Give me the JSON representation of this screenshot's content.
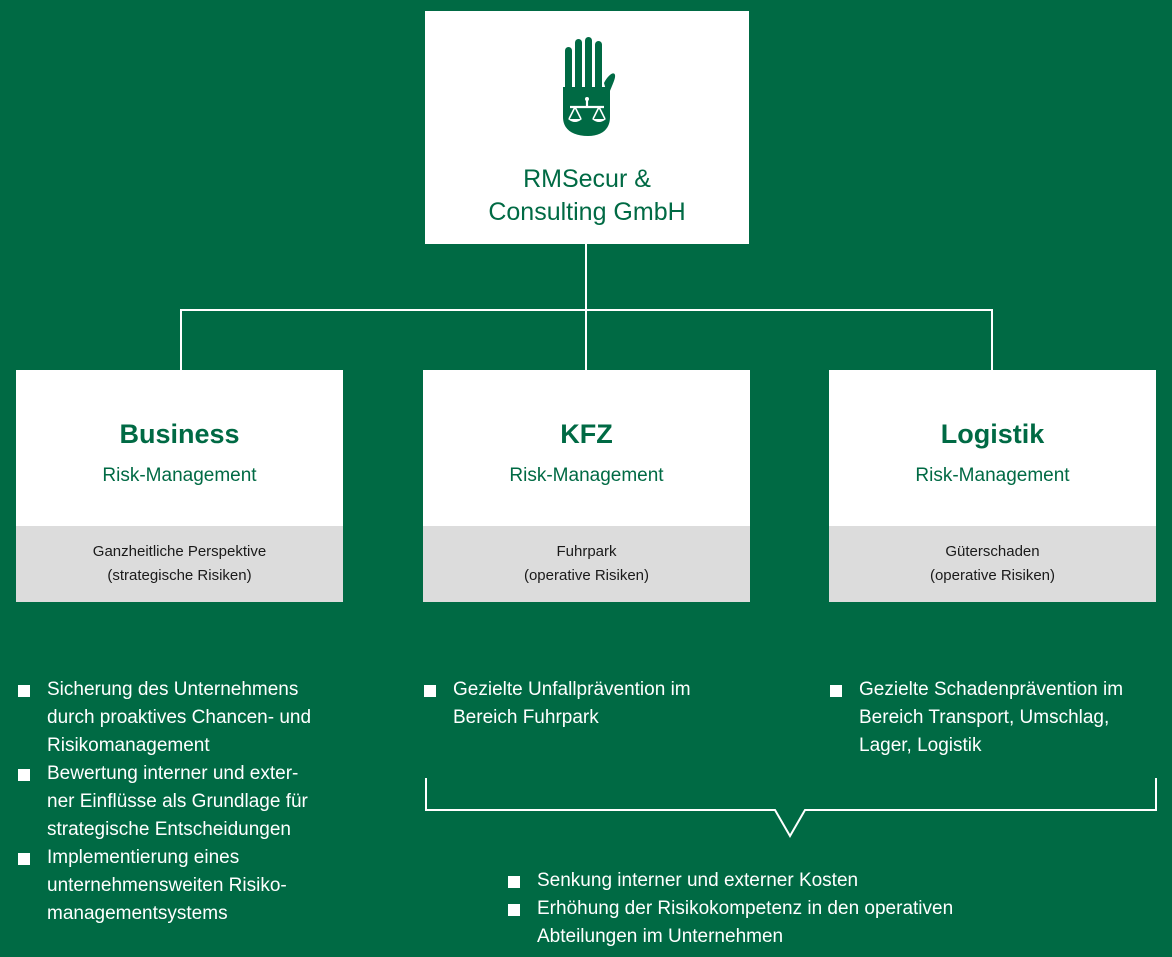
{
  "top": {
    "company_line1": "RMSecur &",
    "company_line2": "Consulting GmbH",
    "logo_icon": "hand-with-scales-icon"
  },
  "units": [
    {
      "title": "Business",
      "subtitle": "Risk-Management",
      "detail_line1": "Ganzheitliche Perspektive",
      "detail_line2": "(strategische Risiken)"
    },
    {
      "title": "KFZ",
      "subtitle": "Risk-Management",
      "detail_line1": "Fuhrpark",
      "detail_line2": "(operative Risiken)"
    },
    {
      "title": "Logistik",
      "subtitle": "Risk-Management",
      "detail_line1": "Güterschaden",
      "detail_line2": "(operative Risiken)"
    }
  ],
  "business_bullets": [
    [
      "Sicherung des Unternehmens",
      "durch proaktives Chancen- und",
      "Risikomanagement"
    ],
    [
      "Bewertung interner und exter-",
      "ner Einflüsse als Grundlage für",
      "strategische Entscheidungen"
    ],
    [
      "Implementierung eines",
      "unternehmensweiten Risiko-",
      "managementsystems"
    ]
  ],
  "kfz_bullets": [
    [
      "Gezielte Unfallprävention im",
      "Bereich Fuhrpark"
    ]
  ],
  "logistik_bullets": [
    [
      "Gezielte Schadenprävention im",
      "Bereich Transport, Umschlag,",
      "Lager, Logistik"
    ]
  ],
  "shared_bullets": [
    [
      "Senkung interner und externer Kosten"
    ],
    [
      "Erhöhung der Risikokompetenz in den operativen",
      "Abteilungen im Unternehmen"
    ]
  ],
  "colors": {
    "background": "#006a44",
    "box": "#ffffff",
    "detail_band": "#dcdcdc",
    "accent_text": "#006a44"
  }
}
